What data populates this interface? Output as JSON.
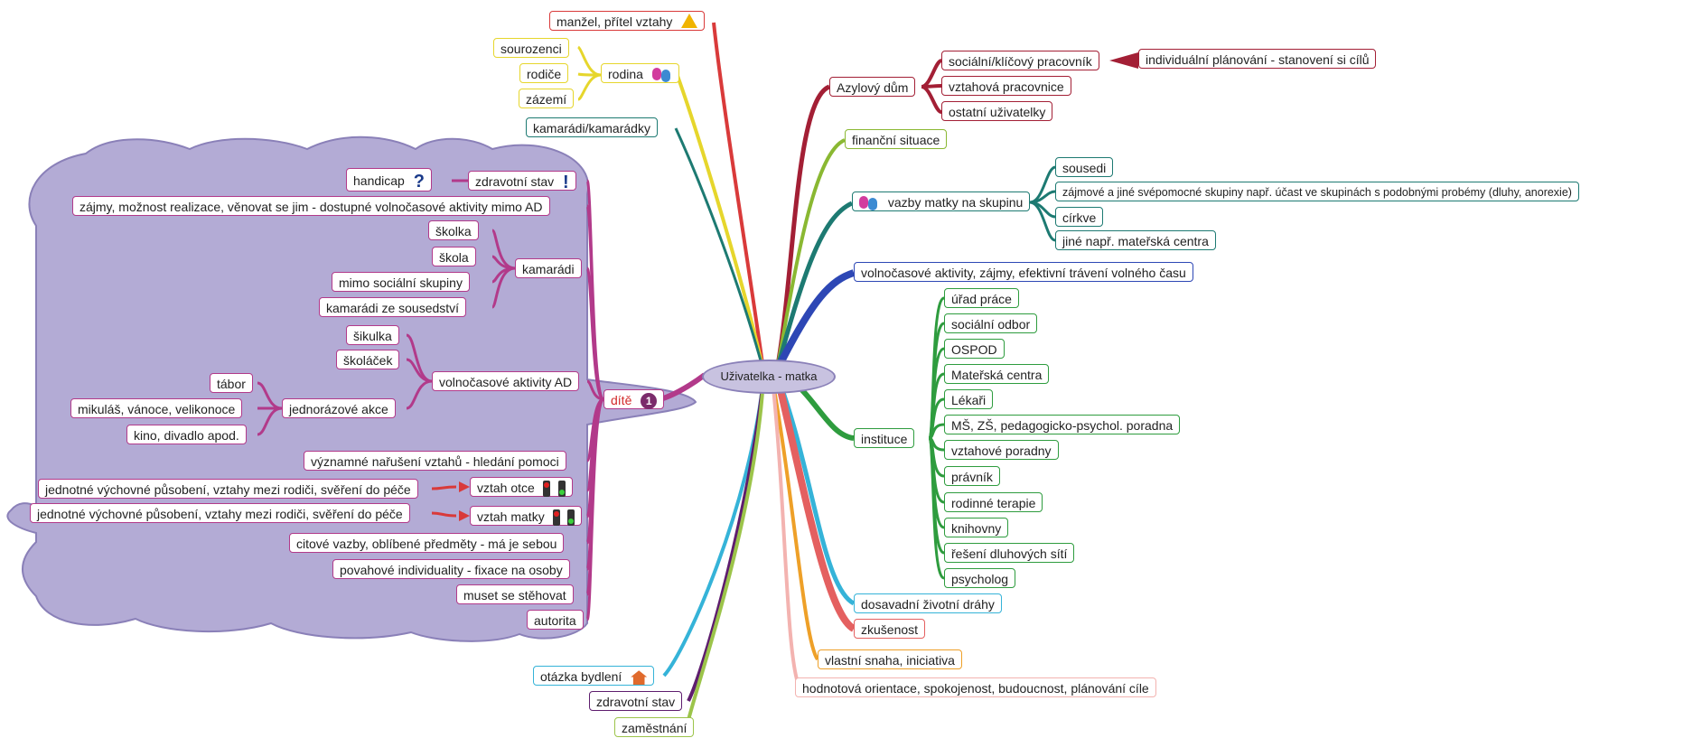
{
  "central": "Uživatelka - matka",
  "colors": {
    "cloud": "#b3abd5",
    "cloud_border": "#8a80b8",
    "dite": "#b23a8a",
    "red": "#d93a3a",
    "darkred": "#a31f35",
    "olive": "#8ab832",
    "yellow": "#e6d62c",
    "teal": "#1d7a72",
    "blue": "#2d47b5",
    "green": "#2e9c3e",
    "cyan": "#35b3d8",
    "salmon": "#e46060",
    "orange": "#eea028",
    "pink": "#f3b3b0",
    "purple": "#5e1d6e",
    "lime": "#9cc44a"
  },
  "top": {
    "manzel": "manžel, přítel vztahy",
    "rodina": "rodina",
    "sourozenci": "sourozenci",
    "rodice": "rodiče",
    "zazemi": "zázemí",
    "kamaradi": "kamarádi/kamarádky"
  },
  "right": {
    "azylovy": "Azylový dům",
    "socialni_pracovnik": "sociální/klíčový pracovník",
    "individualni": "individuální plánování - stanovení si cílů",
    "vztahova": "vztahová pracovnice",
    "ostatni": "ostatní uživatelky",
    "financni": "finanční situace",
    "vazby": "vazby matky na skupinu",
    "sousedi": "sousedi",
    "zajmove": "zájmové a jiné svépomocné skupiny např. účast ve skupinách s podobnými probémy (dluhy, anorexie)",
    "cirkve": "církve",
    "jine": "jiné např. mateřská centra",
    "volnocasove": "volnočasové aktivity, zájmy, efektivní trávení volného času",
    "instituce": "instituce",
    "urad": "úřad práce",
    "socialni_odbor": "sociální odbor",
    "ospod": "OSPOD",
    "materska": "Mateřská centra",
    "lekari": "Lékaři",
    "ms": "MŠ, ZŠ, pedagogicko-psychol. poradna",
    "vztahove": "vztahové poradny",
    "pravnik": "právník",
    "rodinne": "rodinné terapie",
    "knihovny": "knihovny",
    "reseni": "řešení dluhových sítí",
    "psycholog": "psycholog",
    "dosavadni": "dosavadní životní dráhy",
    "zkusenost": "zkušenost",
    "vlastni": "vlastní snaha, iniciativa",
    "hodnotova": "hodnotová orientace, spokojenost, budoucnost, plánování cíle"
  },
  "bottom": {
    "bydleni": "otázka bydlení",
    "zdravotni": "zdravotní stav",
    "zamestnani": "zaměstnání"
  },
  "dite": {
    "label": "dítě",
    "zdravotni_stav": "zdravotní stav",
    "handicap": "handicap",
    "zajmy": "zájmy, možnost realizace, věnovat se jim - dostupné volnočasové aktivity mimo AD",
    "kamaradi": "kamarádi",
    "skolka": "školka",
    "skola": "škola",
    "mimo": "mimo sociální skupiny",
    "ze_sousedstvi": "kamarádi ze sousedství",
    "volnocasove_ad": "volnočasové aktivity AD",
    "sikulka": "šikulka",
    "skolacek": "školáček",
    "jednorazove": "jednorázové akce",
    "tabor": "tábor",
    "mikulas": "mikuláš, vánoce, velikonoce",
    "kino": "kino, divadlo apod.",
    "narušeni": "významné nařušení vztahů - hledání pomoci",
    "vztah_otce": "vztah otce",
    "jednotne_1": "jednotné výchovné působení, vztahy mezi rodiči, svěření do péče",
    "vztah_matky": "vztah matky",
    "jednotne_2": "jednotné výchovné působení, vztahy mezi rodiči, svěření do péče",
    "citove": "citové vazby, oblíbené předměty - má je sebou",
    "povahove": "povahové individuality - fixace na osoby",
    "stehovat": "muset se stěhovat",
    "autorita": "autorita"
  }
}
